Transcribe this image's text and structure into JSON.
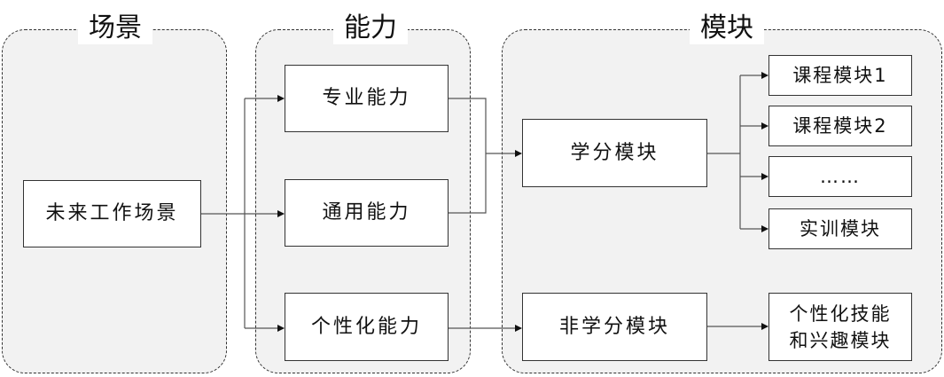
{
  "groups": {
    "scene": "场景",
    "ability": "能力",
    "module": "模块"
  },
  "nodes": {
    "future_work_scene": "未来工作场景",
    "professional_ability": "专业能力",
    "general_ability": "通用能力",
    "personalized_ability": "个性化能力",
    "credit_module": "学分模块",
    "non_credit_module": "非学分模块",
    "course_module_1": "课程模块1",
    "course_module_2": "课程模块2",
    "ellipsis": "……",
    "training_module": "实训模块",
    "personalized_skills_line1": "个性化技能",
    "personalized_skills_line2": "和兴趣模块"
  }
}
